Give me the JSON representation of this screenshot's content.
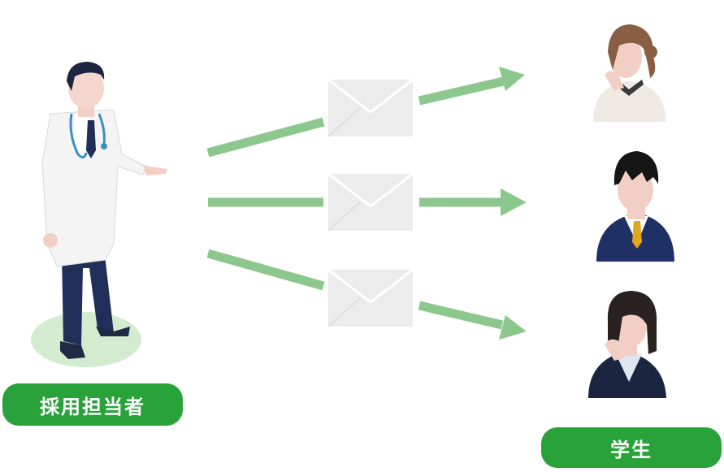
{
  "labels": {
    "recruiter": "採用担当者",
    "students": "学生"
  },
  "colors": {
    "accent_green": "#29a23a",
    "arrow_green": "#8cc88d",
    "ground_green": "#d3ecd0",
    "envelope": "#ececec",
    "navy": "#1f2f5a"
  },
  "icons": [
    "doctor-figure",
    "envelope-icon",
    "arrow-icon",
    "student-avatar"
  ]
}
